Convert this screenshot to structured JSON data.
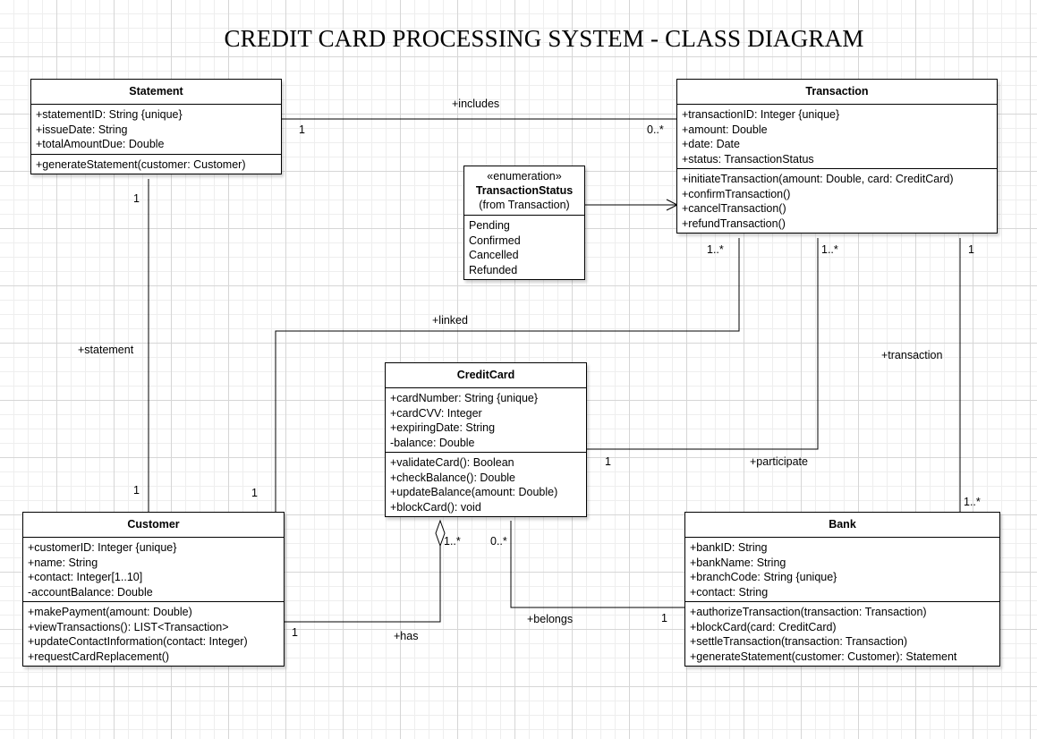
{
  "title": "CREDIT CARD PROCESSING SYSTEM - CLASS DIAGRAM",
  "classes": {
    "statement": {
      "name": "Statement",
      "attributes": [
        "+statementID: String {unique}",
        "+issueDate: String",
        "+totalAmountDue: Double"
      ],
      "methods": [
        "+generateStatement(customer: Customer)"
      ]
    },
    "transaction": {
      "name": "Transaction",
      "attributes": [
        "+transactionID: Integer {unique}",
        "+amount: Double",
        "+date: Date",
        "+status: TransactionStatus"
      ],
      "methods": [
        "+initiateTransaction(amount: Double, card: CreditCard)",
        "+confirmTransaction()",
        "+cancelTransaction()",
        "+refundTransaction()"
      ]
    },
    "credit_card": {
      "name": "CreditCard",
      "attributes": [
        "+cardNumber: String {unique}",
        "+cardCVV: Integer",
        "+expiringDate: String",
        "-balance: Double"
      ],
      "methods": [
        "+validateCard(): Boolean",
        "+checkBalance(): Double",
        "+updateBalance(amount: Double)",
        "+blockCard(): void"
      ]
    },
    "customer": {
      "name": "Customer",
      "attributes": [
        "+customerID: Integer {unique}",
        "+name: String",
        "+contact: Integer[1..10]",
        "-accountBalance: Double"
      ],
      "methods": [
        "+makePayment(amount: Double)",
        "+viewTransactions(): LIST<Transaction>",
        "+updateContactInformation(contact: Integer)",
        "+requestCardReplacement()"
      ]
    },
    "bank": {
      "name": "Bank",
      "attributes": [
        "+bankID: String",
        "+bankName: String",
        "+branchCode: String {unique}",
        "+contact: String"
      ],
      "methods": [
        "+authorizeTransaction(transaction: Transaction)",
        "+blockCard(card: CreditCard)",
        "+settleTransaction(transaction: Transaction)",
        "+generateStatement(customer: Customer): Statement"
      ]
    }
  },
  "enumeration": {
    "stereotype": "«enumeration»",
    "name": "TransactionStatus",
    "note": "(from Transaction)",
    "literals": [
      "Pending",
      "Confirmed",
      "Cancelled",
      "Refunded"
    ]
  },
  "associations": {
    "includes": {
      "role": "+includes",
      "source_mult": "1",
      "target_mult": "0..*"
    },
    "statement": {
      "role": "+statement",
      "source_mult": "1",
      "target_mult": "1"
    },
    "linked": {
      "role": "+linked",
      "source_mult": "1..*",
      "target_mult": "1"
    },
    "participate": {
      "role": "+participate",
      "source_mult": "1..*",
      "target_mult": "1"
    },
    "transaction": {
      "role": "+transaction",
      "source_mult": "1",
      "target_mult": "1..*"
    },
    "has": {
      "role": "+has",
      "source_mult": "1..*",
      "target_mult": "1"
    },
    "belongs": {
      "role": "+belongs",
      "source_mult": "0..*",
      "target_mult": "1"
    }
  }
}
